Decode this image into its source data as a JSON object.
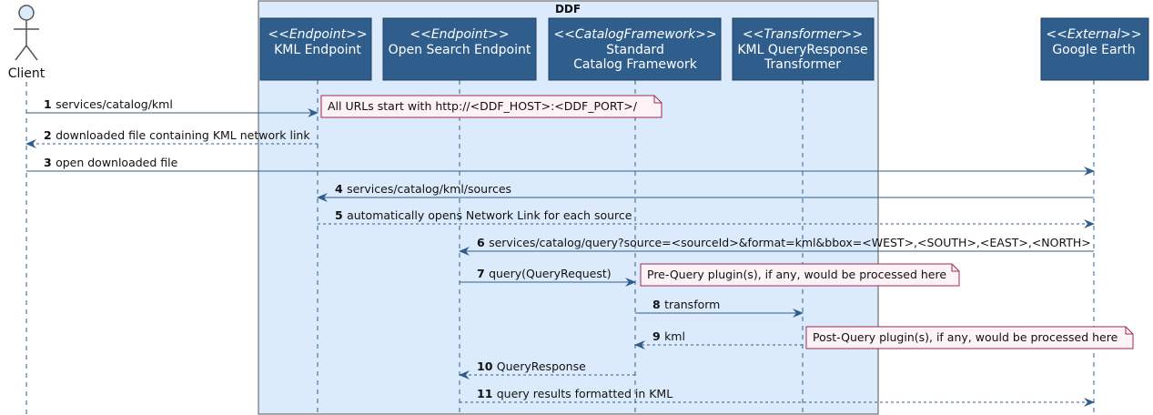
{
  "box_title": "DDF",
  "actor": {
    "name": "Client"
  },
  "participants": [
    {
      "id": "kml",
      "stereotype": "<<Endpoint>>",
      "lines": [
        "KML Endpoint"
      ]
    },
    {
      "id": "os",
      "stereotype": "<<Endpoint>>",
      "lines": [
        "Open Search Endpoint"
      ]
    },
    {
      "id": "cf",
      "stereotype": "<<CatalogFramework>>",
      "lines": [
        "Standard",
        "Catalog Framework"
      ]
    },
    {
      "id": "tr",
      "stereotype": "<<Transformer>>",
      "lines": [
        "KML QueryResponse",
        "Transformer"
      ]
    },
    {
      "id": "ge",
      "stereotype": "<<External>>",
      "lines": [
        "Google Earth"
      ]
    }
  ],
  "messages": [
    {
      "num": "1",
      "text": "services/catalog/kml",
      "from": "client",
      "to": "kml",
      "dashed": false
    },
    {
      "num": "2",
      "text": "downloaded file containing KML network link",
      "from": "kml",
      "to": "client",
      "dashed": true
    },
    {
      "num": "3",
      "text": "open downloaded file",
      "from": "client",
      "to": "ge",
      "dashed": false
    },
    {
      "num": "4",
      "text": "services/catalog/kml/sources",
      "from": "ge",
      "to": "kml",
      "dashed": false
    },
    {
      "num": "5",
      "text": "automatically opens Network Link for each source",
      "from": "kml",
      "to": "ge",
      "dashed": true
    },
    {
      "num": "6",
      "text": "services/catalog/query?source=<sourceId>&format=kml&bbox=<WEST>,<SOUTH>,<EAST>,<NORTH>",
      "from": "ge",
      "to": "os",
      "dashed": false
    },
    {
      "num": "7",
      "text": "query(QueryRequest)",
      "from": "os",
      "to": "cf",
      "dashed": false
    },
    {
      "num": "8",
      "text": "transform",
      "from": "cf",
      "to": "tr",
      "dashed": false
    },
    {
      "num": "9",
      "text": "kml",
      "from": "tr",
      "to": "cf",
      "dashed": true
    },
    {
      "num": "10",
      "text": "QueryResponse",
      "from": "cf",
      "to": "os",
      "dashed": true
    },
    {
      "num": "11",
      "text": "query results formatted in KML",
      "from": "os",
      "to": "ge",
      "dashed": true
    }
  ],
  "notes": [
    {
      "text": "All URLs start with http://<DDF_HOST>:<DDF_PORT>/"
    },
    {
      "text": "Pre-Query plugin(s), if any, would be processed here"
    },
    {
      "text": "Post-Query plugin(s), if any, would be processed here"
    }
  ],
  "colors": {
    "participant_fill": "#2f5d8c",
    "box_fill": "#dcebfb",
    "box_border": "#555555",
    "arrow": "#2f5d8c",
    "note_fill": "#fdf3f7",
    "note_border": "#a0285a",
    "lifeline": "#2f5d8c"
  }
}
